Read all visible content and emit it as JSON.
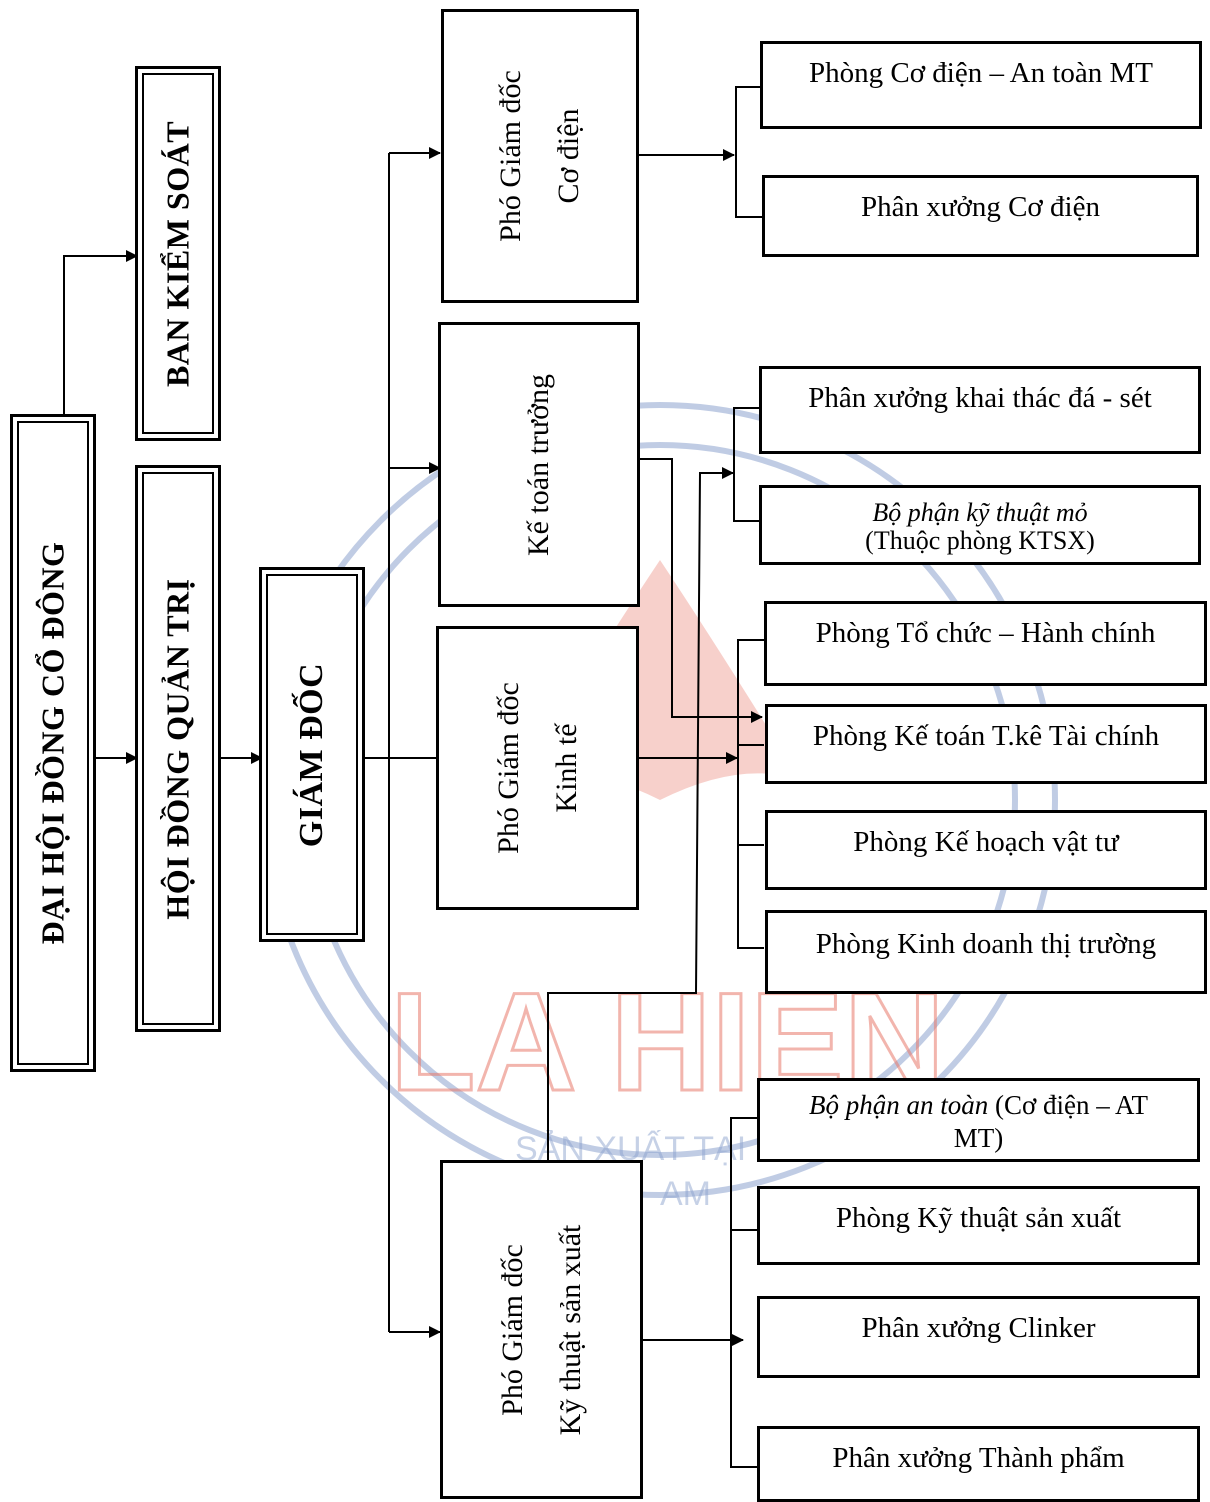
{
  "colors": {
    "line": "#000000",
    "watermark_blue": "#8ea4cf",
    "watermark_red": "#e8796b"
  },
  "watermark": {
    "brand": "LA HIÊN",
    "small": "SẢN XUẤT TẠI",
    "small2": "AM"
  },
  "top": {
    "shareholders": "ĐẠI HỘI ĐỒNG CỔ ĐÔNG",
    "supervisory": "BAN KIỂM SOÁT",
    "board": "HỘI ĐỒNG QUẢN TRỊ",
    "director": "GIÁM ĐỐC"
  },
  "deputies": {
    "mech": [
      "Phó Giám đốc",
      "Cơ điện"
    ],
    "chief_accountant": "Kế toán trưởng",
    "econ": [
      "Phó Giám đốc",
      "Kinh tế"
    ],
    "tech": [
      "Phó Giám đốc",
      "Kỹ thuật sản xuất"
    ]
  },
  "units": {
    "mech_safety": "Phòng Cơ điện – An toàn MT",
    "mech_workshop": "Phân xưởng Cơ điện",
    "quarry": "Phân xưởng khai thác đá - sét",
    "mining_tech_italic": "Bộ phận kỹ thuật mỏ",
    "mining_tech_note": "(Thuộc phòng KTSX)",
    "org_admin": "Phòng Tổ chức – Hành chính",
    "accounting": "Phòng Kế toán T.kê Tài chính",
    "planning": "Phòng Kế hoạch vật tư",
    "marketing": "Phòng Kinh doanh thị trường",
    "safety_italic": "Bộ phận an toàn",
    "safety_note_1": " (Cơ điện – AT",
    "safety_note_2": "MT)",
    "production_tech": "Phòng Kỹ thuật sản xuất",
    "clinker": "Phân xưởng Clinker",
    "finished": "Phân xưởng Thành phẩm"
  }
}
